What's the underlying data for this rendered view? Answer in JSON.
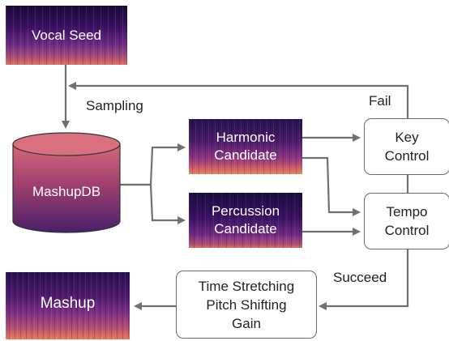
{
  "nodes": {
    "vocal_seed": "Vocal Seed",
    "mashup_db": "MashupDB",
    "harmonic_candidate": "Harmonic\nCandidate",
    "percussion_candidate": "Percussion\nCandidate",
    "key_control": "Key\nControl",
    "tempo_control": "Tempo\nControl",
    "transform": "Time Stretching\nPitch Shifting\nGain",
    "mashup": "Mashup"
  },
  "edge_labels": {
    "sampling": "Sampling",
    "fail": "Fail",
    "succeed": "Succeed"
  },
  "colors": {
    "arrow": "#707070",
    "db_top": "#d86a7a",
    "db_bottom": "#4a1f6a",
    "spec_dark": "#3a1060",
    "spec_mid": "#7a2f86",
    "spec_warm": "#e0705a"
  }
}
